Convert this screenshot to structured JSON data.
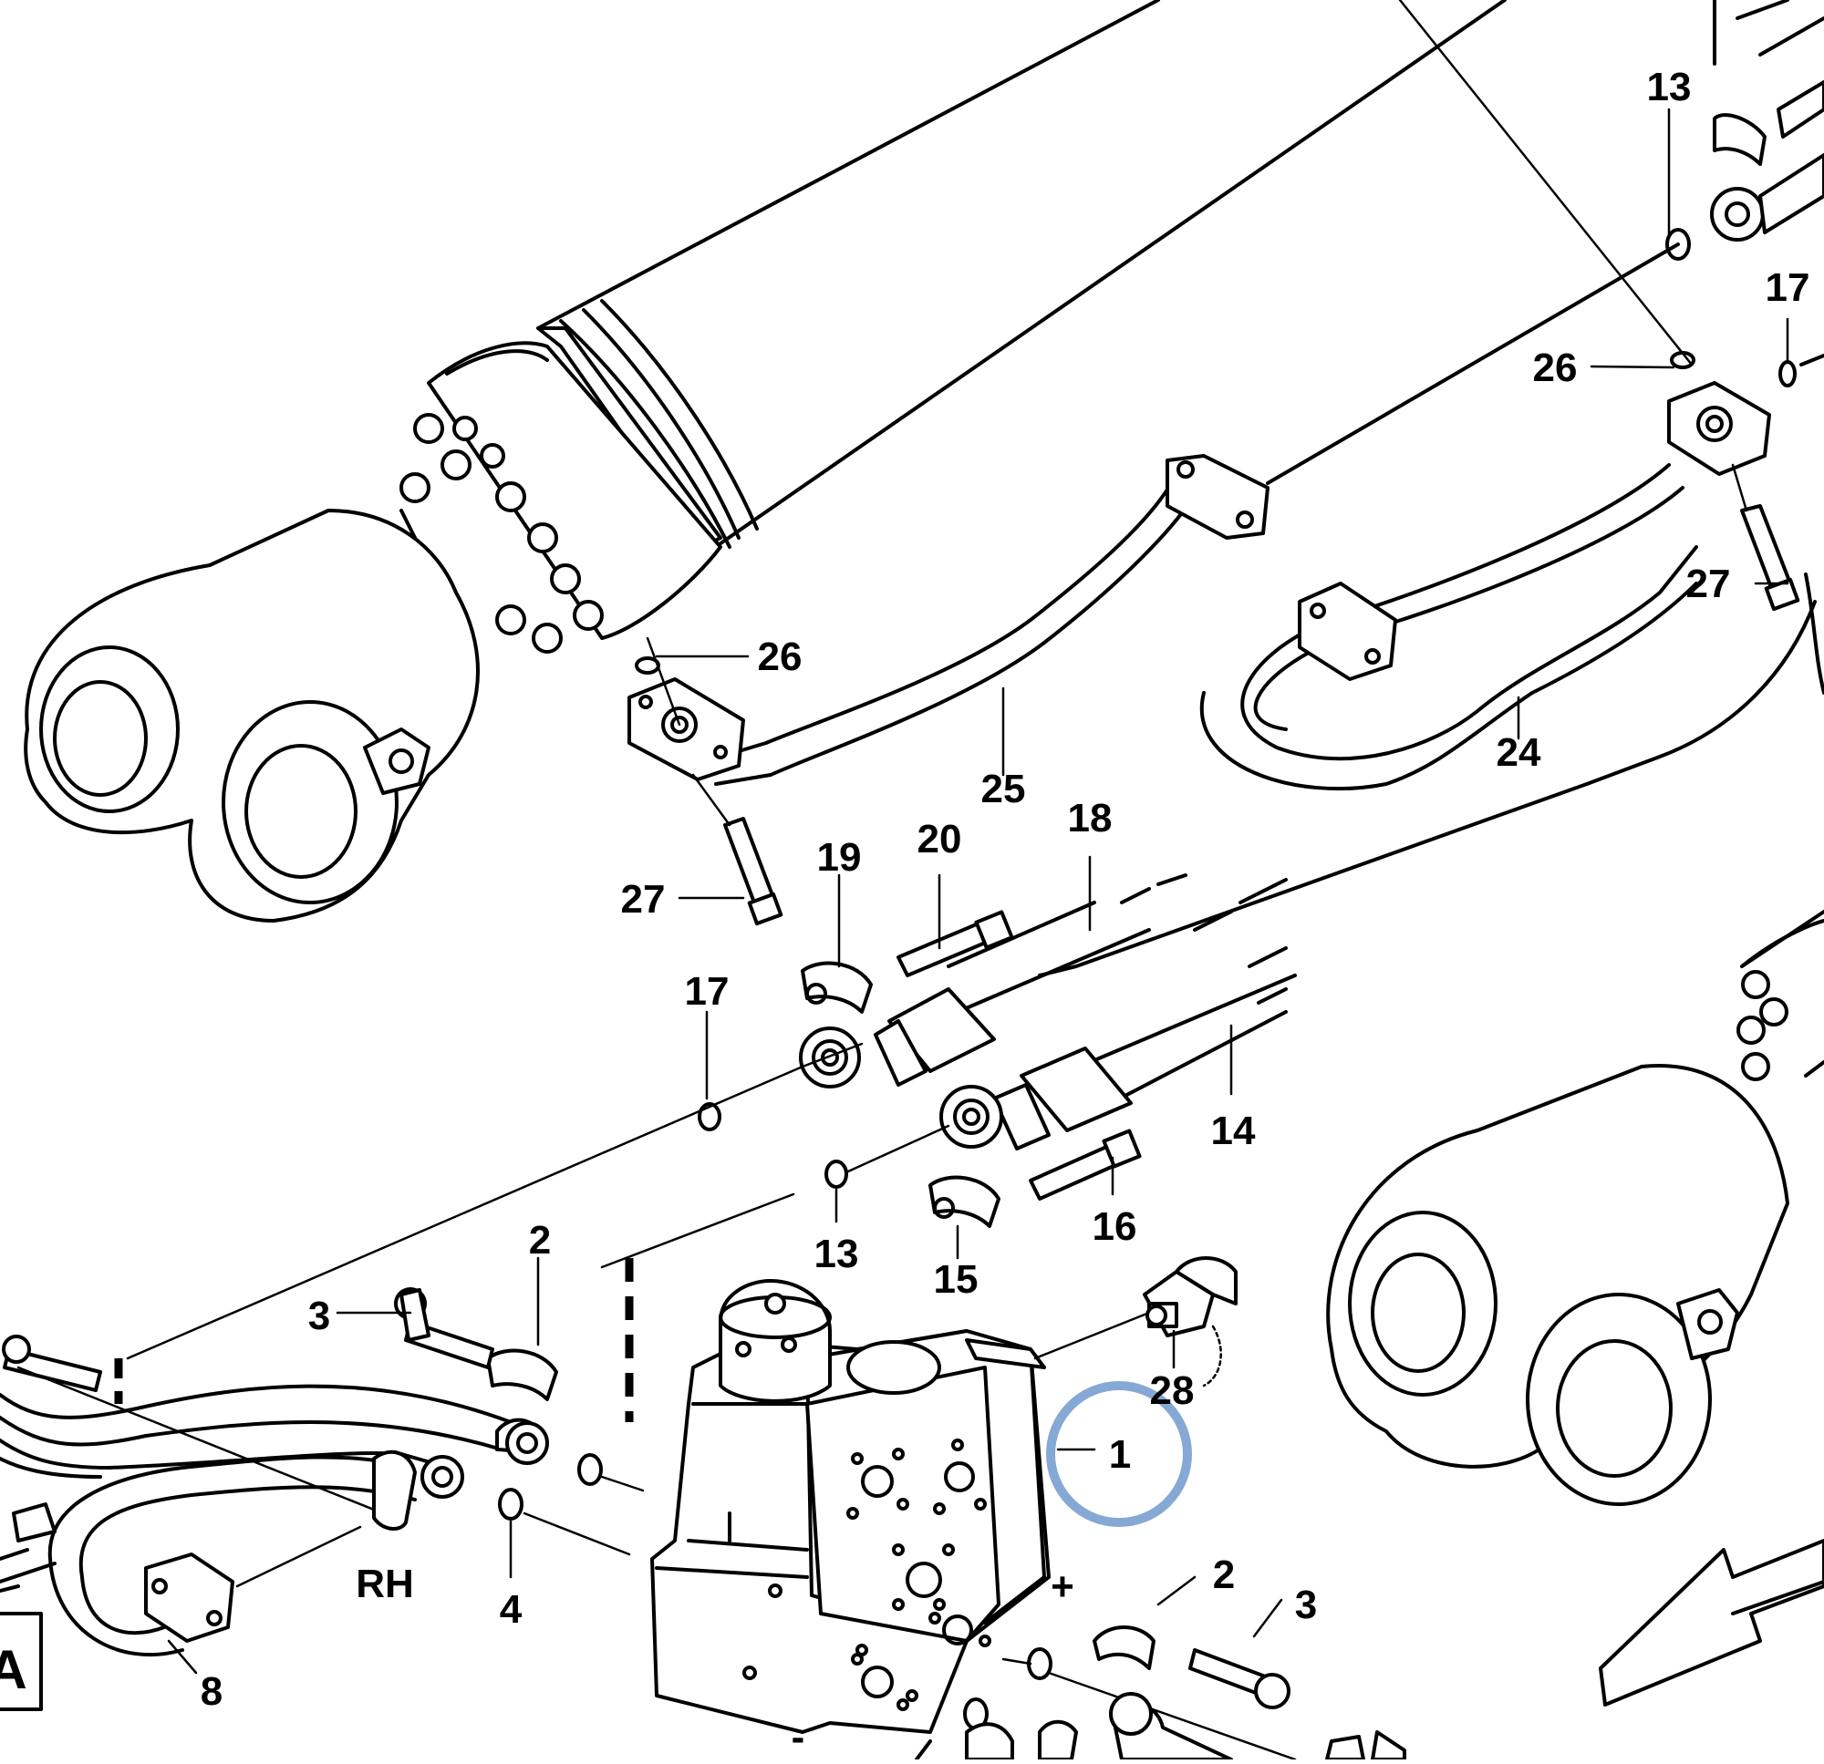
{
  "diagram": {
    "callouts": [
      {
        "id": "c13-top",
        "text": "13"
      },
      {
        "id": "c17-right",
        "text": "17"
      },
      {
        "id": "c26-right",
        "text": "26"
      },
      {
        "id": "c27-right",
        "text": "27"
      },
      {
        "id": "c26-left",
        "text": "26"
      },
      {
        "id": "c25",
        "text": "25"
      },
      {
        "id": "c24",
        "text": "24"
      },
      {
        "id": "c27-left",
        "text": "27"
      },
      {
        "id": "c19",
        "text": "19"
      },
      {
        "id": "c20",
        "text": "20"
      },
      {
        "id": "c18",
        "text": "18"
      },
      {
        "id": "c17-left",
        "text": "17"
      },
      {
        "id": "c14",
        "text": "14"
      },
      {
        "id": "c13-mid",
        "text": "13"
      },
      {
        "id": "c16",
        "text": "16"
      },
      {
        "id": "c15",
        "text": "15"
      },
      {
        "id": "c2-left",
        "text": "2"
      },
      {
        "id": "c3-left",
        "text": "3"
      },
      {
        "id": "c28",
        "text": "28"
      },
      {
        "id": "c1",
        "text": "1"
      },
      {
        "id": "cRH",
        "text": "RH"
      },
      {
        "id": "c4",
        "text": "4"
      },
      {
        "id": "c8",
        "text": "8"
      },
      {
        "id": "c2-right",
        "text": "2"
      },
      {
        "id": "c3-right",
        "text": "3"
      },
      {
        "id": "cA",
        "text": "A"
      }
    ],
    "polarity": {
      "plus": "+",
      "minus": "-"
    },
    "highlight": {
      "target": "1",
      "color": "#86a8d4"
    }
  }
}
